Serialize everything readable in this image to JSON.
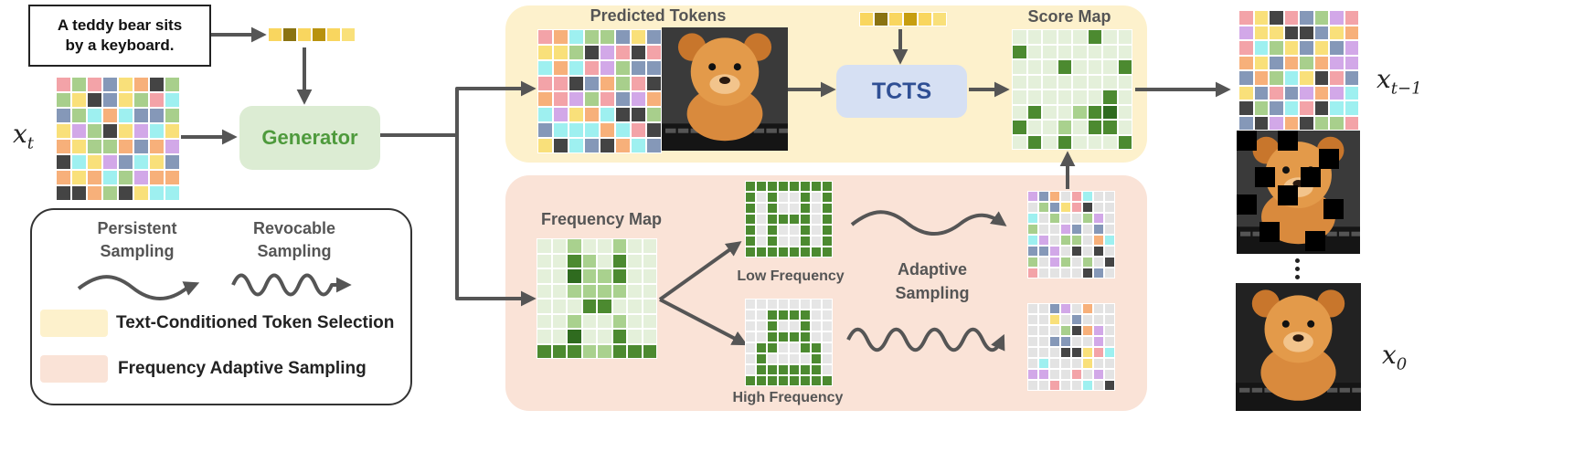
{
  "prompt": {
    "line1": "A teddy bear sits",
    "line2": "by a keyboard."
  },
  "math": {
    "xt_base": "x",
    "xt_sub": "t",
    "xtm1_base": "x",
    "xtm1_sub": "t−1",
    "x0_base": "x",
    "x0_sub": "0"
  },
  "generator": {
    "label": "Generator"
  },
  "tcts": {
    "label": "TCTS"
  },
  "headers": {
    "predicted_tokens": "Predicted Tokens",
    "score_map": "Score Map",
    "frequency_map": "Frequency Map"
  },
  "frequency": {
    "low": "Low Frequency",
    "high": "High Frequency",
    "adaptive_line1": "Adaptive",
    "adaptive_line2": "Sampling"
  },
  "legend": {
    "persistent_line1": "Persistent",
    "persistent_line2": "Sampling",
    "revocable_line1": "Revocable",
    "revocable_line2": "Sampling",
    "tcts_entry": "Text-Conditioned Token Selection",
    "fas_entry": "Frequency Adaptive Sampling"
  },
  "colors": {
    "tcts_panel": "#fdf1cc",
    "fas_panel": "#fae3d7",
    "generator_box": "#dcecd3",
    "generator_text": "#4e9a3c",
    "tcts_box": "#d6e0f3",
    "tcts_text": "#2f4f94",
    "arrow": "#555555",
    "green_dark": "#4c8a30",
    "green_light": "#e4f0da"
  },
  "icons": [
    "dots-icon",
    "teddy-bear-photo",
    "masked-teddy-photo"
  ]
}
